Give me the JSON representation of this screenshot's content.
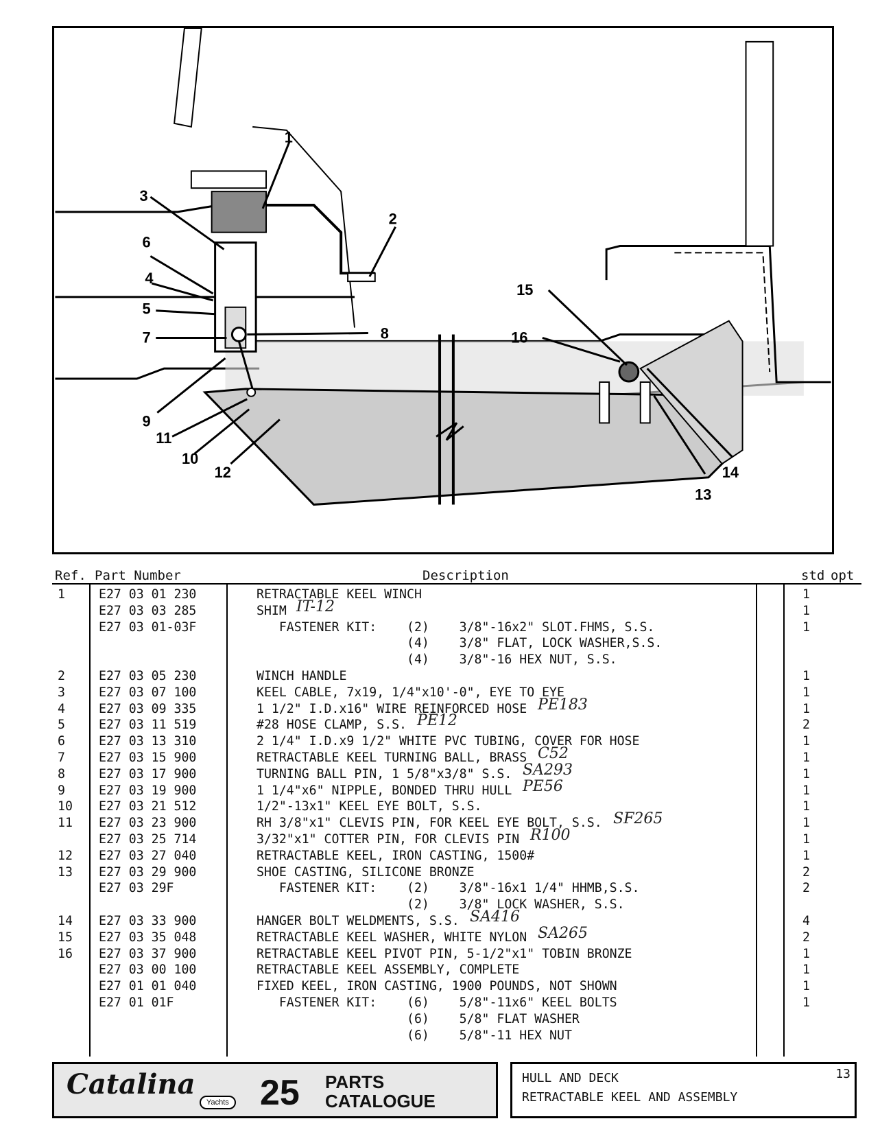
{
  "diagram": {
    "callouts": [
      "1",
      "2",
      "3",
      "4",
      "5",
      "6",
      "7",
      "8",
      "9",
      "10",
      "11",
      "12",
      "13",
      "14",
      "15",
      "16"
    ]
  },
  "table": {
    "headers": {
      "ref": "Ref.",
      "part": "Part Number",
      "desc": "Description",
      "std": "std",
      "opt": "opt"
    },
    "rows": [
      {
        "ref": "1",
        "part": "E27 03 01 230",
        "desc": "RETRACTABLE KEEL WINCH",
        "note": "",
        "std": "1"
      },
      {
        "ref": "",
        "part": "E27 03 03 285",
        "desc": "SHIM",
        "note": "IT-12",
        "std": "1"
      },
      {
        "ref": "",
        "part": "E27 03 01-03F",
        "desc": "   FASTENER KIT:    (2)    3/8\"-16x2\" SLOT.FHMS, S.S.",
        "note": "",
        "std": "1"
      },
      {
        "ref": "",
        "part": "",
        "desc": "                    (4)    3/8\" FLAT, LOCK WASHER,S.S.",
        "note": "",
        "std": ""
      },
      {
        "ref": "",
        "part": "",
        "desc": "                    (4)    3/8\"-16 HEX NUT, S.S.",
        "note": "",
        "std": ""
      },
      {
        "ref": "2",
        "part": "E27 03 05 230",
        "desc": "WINCH HANDLE",
        "note": "",
        "std": "1"
      },
      {
        "ref": "3",
        "part": "E27 03 07 100",
        "desc": "KEEL CABLE, 7x19, 1/4\"x10'-0\", EYE TO EYE",
        "note": "",
        "std": "1"
      },
      {
        "ref": "4",
        "part": "E27 03 09 335",
        "desc": "1 1/2\" I.D.x16\" WIRE REINFORCED HOSE",
        "note": "PE183",
        "std": "1"
      },
      {
        "ref": "5",
        "part": "E27 03 11 519",
        "desc": "#28 HOSE CLAMP, S.S.",
        "note": "PE12",
        "std": "2"
      },
      {
        "ref": "6",
        "part": "E27 03 13 310",
        "desc": "2 1/4\" I.D.x9 1/2\" WHITE PVC TUBING, COVER FOR HOSE",
        "note": "",
        "std": "1"
      },
      {
        "ref": "7",
        "part": "E27 03 15 900",
        "desc": "RETRACTABLE KEEL TURNING BALL, BRASS",
        "note": "C52",
        "std": "1"
      },
      {
        "ref": "8",
        "part": "E27 03 17 900",
        "desc": "TURNING BALL PIN, 1 5/8\"x3/8\" S.S.",
        "note": "SA293",
        "std": "1"
      },
      {
        "ref": "9",
        "part": "E27 03 19 900",
        "desc": "1 1/4\"x6\" NIPPLE, BONDED THRU HULL",
        "note": "PE56",
        "std": "1"
      },
      {
        "ref": "10",
        "part": "E27 03 21 512",
        "desc": "1/2\"-13x1\" KEEL EYE BOLT, S.S.",
        "note": "",
        "std": "1"
      },
      {
        "ref": "11",
        "part": "E27 03 23 900",
        "desc": "RH 3/8\"x1\" CLEVIS PIN, FOR KEEL EYE BOLT, S.S.",
        "note": "SF265",
        "std": "1"
      },
      {
        "ref": "",
        "part": "E27 03 25 714",
        "desc": "3/32\"x1\" COTTER PIN, FOR CLEVIS PIN",
        "note": "R100",
        "std": "1"
      },
      {
        "ref": "12",
        "part": "E27 03 27 040",
        "desc": "RETRACTABLE KEEL, IRON CASTING, 1500#",
        "note": "",
        "std": "1"
      },
      {
        "ref": "13",
        "part": "E27 03 29 900",
        "desc": "SHOE CASTING, SILICONE BRONZE",
        "note": "",
        "std": "2"
      },
      {
        "ref": "",
        "part": "E27 03 29F",
        "desc": "   FASTENER KIT:    (2)    3/8\"-16x1 1/4\" HHMB,S.S.",
        "note": "",
        "std": "2"
      },
      {
        "ref": "",
        "part": "",
        "desc": "                    (2)    3/8\" LOCK WASHER, S.S.",
        "note": "",
        "std": ""
      },
      {
        "ref": "14",
        "part": "E27 03 33 900",
        "desc": "HANGER BOLT WELDMENTS, S.S.",
        "note": "SA416",
        "std": "4"
      },
      {
        "ref": "15",
        "part": "E27 03 35 048",
        "desc": "RETRACTABLE KEEL WASHER, WHITE NYLON",
        "note": "SA265",
        "std": "2"
      },
      {
        "ref": "16",
        "part": "E27 03 37 900",
        "desc": "RETRACTABLE KEEL PIVOT PIN, 5-1/2\"x1\" TOBIN BRONZE",
        "note": "",
        "std": "1"
      },
      {
        "ref": "",
        "part": "E27 03 00 100",
        "desc": "RETRACTABLE KEEL ASSEMBLY, COMPLETE",
        "note": "",
        "std": "1"
      },
      {
        "ref": "",
        "part": "E27 01 01 040",
        "desc": "FIXED KEEL, IRON CASTING, 1900 POUNDS, NOT SHOWN",
        "note": "",
        "std": "1"
      },
      {
        "ref": "",
        "part": "E27 01 01F",
        "desc": "   FASTENER KIT:    (6)    5/8\"-11x6\" KEEL BOLTS",
        "note": "",
        "std": "1"
      },
      {
        "ref": "",
        "part": "",
        "desc": "                    (6)    5/8\" FLAT WASHER",
        "note": "",
        "std": ""
      },
      {
        "ref": "",
        "part": "",
        "desc": "                    (6)    5/8\"-11 HEX NUT",
        "note": "",
        "std": ""
      }
    ]
  },
  "footer": {
    "logo": "Catalina",
    "yachts": "Yachts",
    "model": "25",
    "catalogue": "PARTS\nCATALOGUE",
    "section": "HULL AND DECK",
    "subsection": "RETRACTABLE KEEL AND ASSEMBLY",
    "page": "13"
  }
}
